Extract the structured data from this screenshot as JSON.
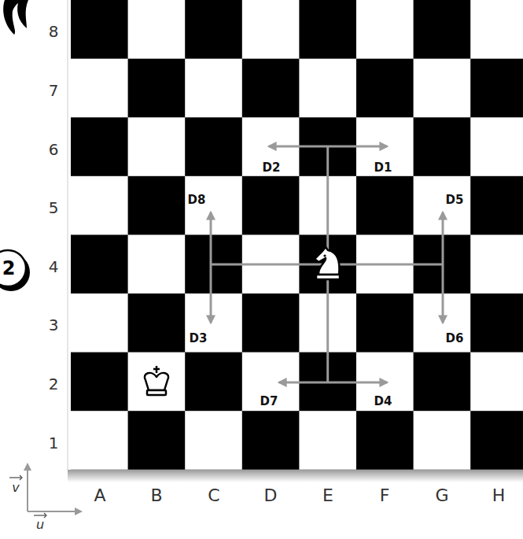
{
  "diagram": {
    "labels": [
      "8",
      "7",
      "6",
      "5",
      "4",
      "3",
      "2",
      "1",
      "2",
      "D2",
      "D1",
      "D8",
      "D5",
      "D3",
      "D6",
      "D7",
      "D4",
      "A",
      "B",
      "C",
      "D",
      "E",
      "F",
      "G",
      "H",
      "v",
      "u"
    ]
  }
}
